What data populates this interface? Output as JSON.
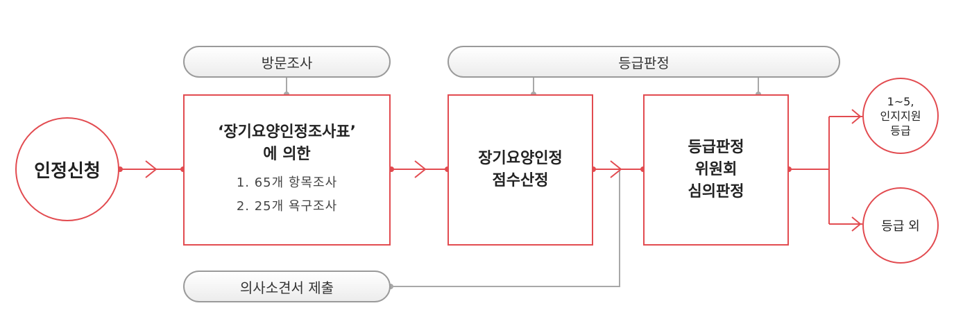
{
  "pills": {
    "visit": "방문조사",
    "grade": "등급판정",
    "doctor": "의사소견서 제출"
  },
  "apply": "인정신청",
  "survey": {
    "title_line1": "‘장기요양인정조사표’",
    "title_line2": "에 의한",
    "item1": "1. 65개 항목조사",
    "item2": "2. 25개 욕구조사"
  },
  "score": {
    "line1": "장기요양인정",
    "line2": "점수산정"
  },
  "committee": {
    "line1": "등급판정",
    "line2": "위원회",
    "line3": "심의판정"
  },
  "result_in": {
    "line1": "1~5,",
    "line2": "인지지원",
    "line3": "등급"
  },
  "result_out": "등급 외",
  "colors": {
    "accent": "#e24b50",
    "connector": "#9a9a9a"
  }
}
